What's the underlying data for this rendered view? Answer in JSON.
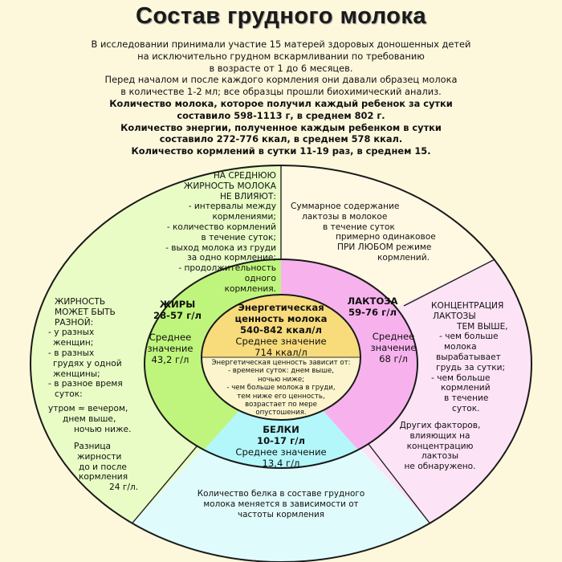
{
  "title": "Состав грудного молока",
  "intro": {
    "lines": [
      "В исследовании принимали участие 15 матерей здоровых доношенных детей",
      "на исключительно грудном вскармливании по требованию",
      "в возрасте от 1 до 6 месяцев.",
      "Перед началом и после каждого кормления они давали образец молока",
      "в количестве 1-2 мл; все образцы прошли биохимический анализ."
    ],
    "bold_lines": [
      "Количество молока, которое получил каждый ребенок за сутки",
      "составило 598-1113 г, в среднем 802 г.",
      "Количество энергии, полученное каждым ребенком в сутки",
      "составило 272-776 ккал, в среднем 578 ккал.",
      "Количество кормлений в сутки 11-19 раз, в среднем 15."
    ]
  },
  "center": {
    "title_lines": [
      "Энергетическая",
      "ценность молока"
    ],
    "range": "540-842 ккал/л",
    "mean_label": "Среднее значение",
    "mean_value": "714 ккал/л",
    "factors_lines": [
      "Энергетическая ценность зависит от:",
      "- времени суток: днем выше,",
      "ночью ниже;",
      "- чем больше молока в груди,",
      "тем ниже его ценность,",
      "возрастает по мере",
      "опустошения."
    ]
  },
  "fats": {
    "title": "ЖИРЫ",
    "range": "28-57 г/л",
    "mean_lines": [
      "Среднее",
      "значение",
      "43,2 г/л"
    ],
    "not_affect_lines": [
      "НА СРЕДНЮЮ",
      "ЖИРНОСТЬ МОЛОКА",
      "НЕ ВЛИЯЮТ:",
      "- интервалы между",
      "кормлениями;",
      "- количество кормлений",
      "в течение суток;",
      "- выход молока из груди",
      "за одно кормление;",
      "- продолжительность",
      "одного",
      "кормления."
    ],
    "variable_lines": [
      "ЖИРНОСТЬ",
      "МОЖЕТ БЫТЬ",
      "РАЗНОЙ:",
      "- у разных",
      "женщин;",
      "- в разных",
      "грудях у одной",
      "женщины;",
      "- в разное время",
      "суток:",
      "утром ≈ вечером,",
      "днем выше,",
      "ночью ниже."
    ],
    "difference_lines": [
      "Разница",
      "жирности",
      "до и после",
      "кормления",
      "24 г/л."
    ]
  },
  "lactose": {
    "title": "ЛАКТОЗА",
    "range": "59-76 г/л",
    "mean_lines": [
      "Среднее",
      "значение",
      "68 г/л"
    ],
    "total_lines": [
      "Суммарное содержание",
      "лактозы в молокое",
      "в течение суток",
      "примерно одинаковое",
      "ПРИ ЛЮБОМ режиме",
      "кормлений."
    ],
    "concentration_lines": [
      "КОНЦЕНТРАЦИЯ",
      "ЛАКТОЗЫ",
      "ТЕМ ВЫШЕ,",
      "- чем больше",
      "молока",
      "вырабатывает",
      "грудь за сутки;",
      "- чем больше",
      "кормлений",
      "в течение",
      "суток."
    ],
    "other_lines": [
      "Других факторов,",
      "влияющих на",
      "концентрацию",
      "лактозы",
      "не обнаружено."
    ]
  },
  "protein": {
    "title": "БЕЛКИ",
    "range": "10-17 г/л",
    "mean_label": "Среднее значение",
    "mean_value": "13,4 г/л",
    "note_lines": [
      "Количество белка в составе грудного",
      "молока меняется в зависимости от",
      "частоты кормления"
    ]
  },
  "colors": {
    "background": "#fdf8dc",
    "outer_fats": "#e9fcc5",
    "outer_lactose": "#fde3f6",
    "outer_protein": "#e0fbfc",
    "outer_top": "#fff8e3",
    "inner_fats": "#bff57c",
    "inner_lactose": "#f7b2ee",
    "inner_protein": "#b3f7fb",
    "center_top": "#f8dc7c",
    "center_bottom": "#fbf4cc"
  }
}
